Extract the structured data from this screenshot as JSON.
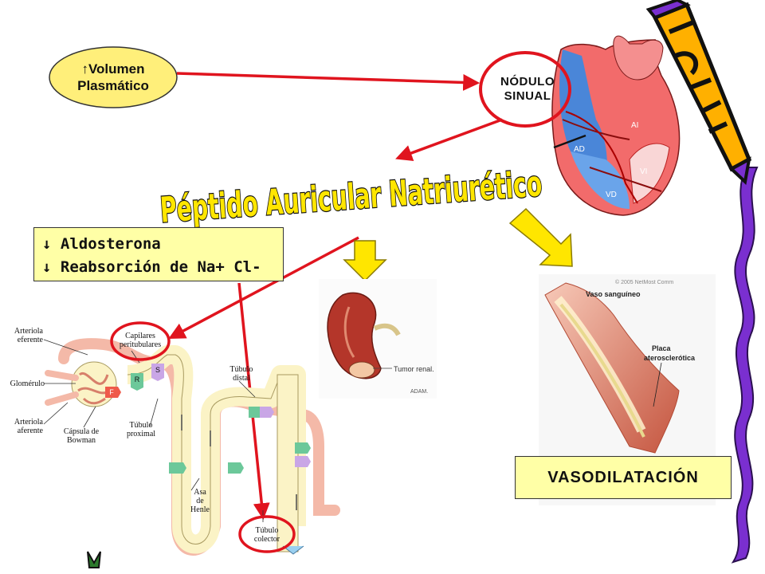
{
  "plasma_volume": {
    "arrow": "↑",
    "line1": "Volumen",
    "line2": "Plasmático"
  },
  "sinus_node": {
    "line1": "NÓDULO",
    "line2": "SINUAL"
  },
  "title": "Péptido Auricular Natriurético",
  "effects_box": {
    "line1": "↓ Aldosterona",
    "line2": "↓ Reabsorción de Na+ Cl-"
  },
  "vasodilation": "VASODILATACIÓN",
  "heart_labels": {
    "ad": "AD",
    "ai": "AI",
    "vd": "VD",
    "vi": "VI"
  },
  "kidney_image": {
    "caption": "Tumor renal.",
    "credit": "ADAM."
  },
  "vessel_image": {
    "copyright": "© 2005 NetMost Comm",
    "vessel": "Vaso sanguíneo",
    "plaque_1": "Placa",
    "plaque_2": "aterosclerótica"
  },
  "nephron_labels": {
    "arteriola_eferente_1": "Arteriola",
    "arteriola_eferente_2": "eferente",
    "glomerulo": "Glomérulo",
    "arteriola_aferente_1": "Arteriola",
    "arteriola_aferente_2": "aferente",
    "capsula_1": "Cápsula de",
    "capsula_2": "Bowman",
    "capilares_1": "Capilares",
    "capilares_2": "peritubulares",
    "tubulo_proximal_1": "Túbulo",
    "tubulo_proximal_2": "proximal",
    "tubulo_distal_1": "Túbulo",
    "tubulo_distal_2": "distal",
    "asa_1": "Asa",
    "asa_2": "de",
    "asa_3": "Henle",
    "colector_1": "Túbulo",
    "colector_2": "colector",
    "marker_f": "F",
    "marker_r": "R",
    "marker_s": "S"
  },
  "colors": {
    "arrow_red": "#e0141e",
    "oval_yellow": "#ffef7a",
    "box_yellow": "#ffffa6",
    "title_yellow": "#ffe600",
    "tubule": "#fbf3c6",
    "vessel_pink": "#f4b9a8",
    "purple": "#7a2fd0",
    "pencil_orange": "#ffb000"
  }
}
